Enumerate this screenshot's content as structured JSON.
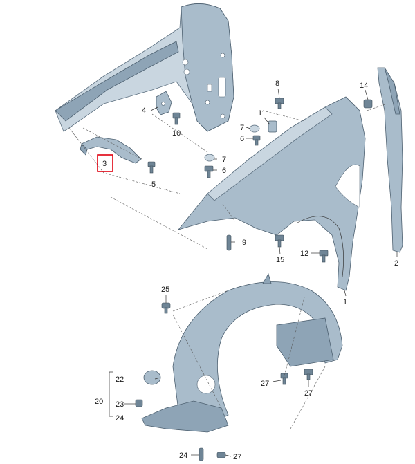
{
  "diagram": {
    "highlighted_part": "3",
    "callouts": {
      "p1": "1",
      "p2": "2",
      "p3": "3",
      "p4": "4",
      "p5": "5",
      "p6a": "6",
      "p6b": "6",
      "p7a": "7",
      "p7b": "7",
      "p8": "8",
      "p9": "9",
      "p10": "10",
      "p11": "11",
      "p12": "12",
      "p14": "14",
      "p15": "15",
      "p20": "20",
      "p22": "22",
      "p23": "23",
      "p24a": "24",
      "p24b": "24",
      "p25": "25",
      "p27a": "27",
      "p27b": "27",
      "p27c": "27"
    },
    "colors": {
      "highlight": "#e0000f",
      "part_fill": "#a9bccb",
      "part_stroke": "#4d6070"
    }
  }
}
